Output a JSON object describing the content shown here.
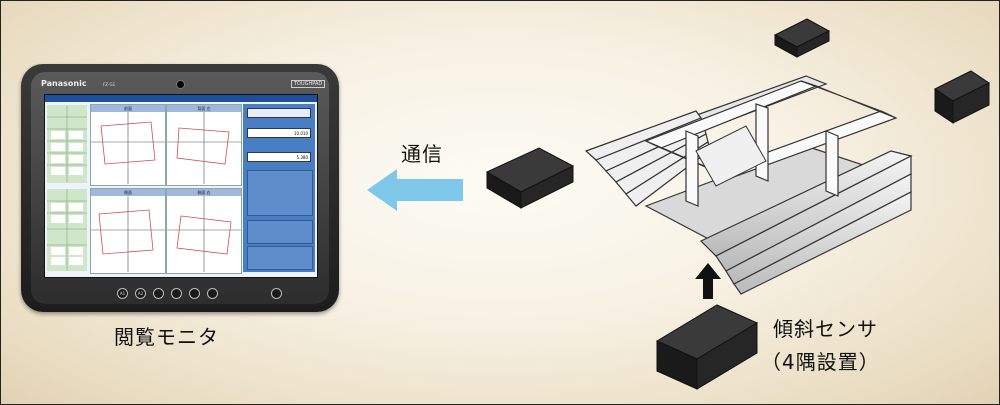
{
  "labels": {
    "comm": "通信",
    "monitor": "閲覧モニタ",
    "sensor_line1": "傾斜センサ",
    "sensor_line2": "（4隅設置）"
  },
  "tablet": {
    "brand": "Panasonic",
    "model": "FZ-G1",
    "badge": "TOUGHPAD",
    "buttons": [
      "A1",
      "A2"
    ],
    "screen": {
      "panel_headers": [
        "前面",
        "背面 左",
        "側面",
        "側面 右"
      ],
      "side_values": [
        "10.010",
        "5.380"
      ]
    }
  },
  "colors": {
    "arrow": "#7fc8ea",
    "background": "#f7f1e3",
    "sensor": "#1c1c1c"
  }
}
